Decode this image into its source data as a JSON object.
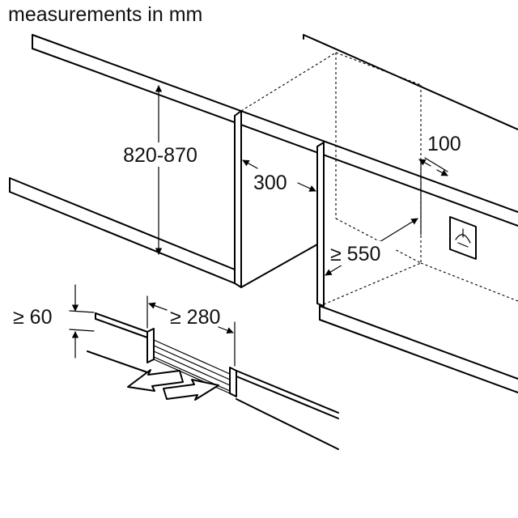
{
  "title": "measurements in mm",
  "dimensions": {
    "height": "820-870",
    "depth": "300",
    "side_gap": "100",
    "cabinet_depth": "≥ 550",
    "vent_height": "≥ 60",
    "vent_width": "≥ 280"
  },
  "colors": {
    "line": "#000000",
    "background": "#ffffff"
  },
  "icons": [
    "socket-icon",
    "airflow-arrow-out-icon",
    "airflow-arrow-in-icon"
  ]
}
